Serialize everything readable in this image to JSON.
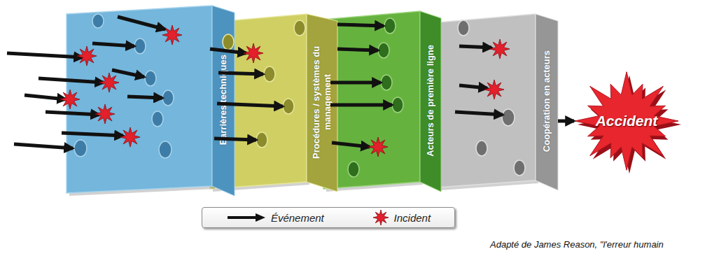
{
  "diagram": {
    "caption": "Adapté de James Reason, \"l'erreur humain",
    "nodes": [
      {
        "text": [
          "Barrières techniques"
        ]
      },
      {
        "text": [
          "Procédures / systèmes du management"
        ]
      },
      {
        "text": [
          "Acteurs de première ligne"
        ]
      },
      {
        "text": [
          "Coopération en acteurs"
        ]
      },
      {
        "text": [
          "Accident"
        ]
      }
    ],
    "edges": [
      {
        "from": 3,
        "to": 4,
        "arrow": "to"
      }
    ],
    "legend": [
      {
        "text": "Événement"
      },
      {
        "text": "Incident"
      }
    ]
  }
}
